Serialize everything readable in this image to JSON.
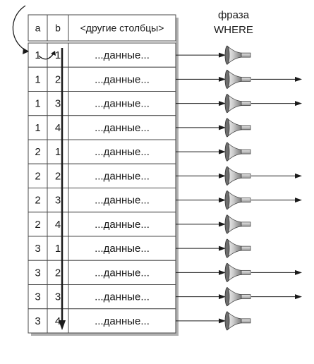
{
  "where_label": {
    "line1": "фраза",
    "line2": "WHERE"
  },
  "table": {
    "columns": [
      "a",
      "b",
      "<другие столбцы>"
    ],
    "rows": [
      {
        "a": "1",
        "b": "1",
        "data": "...данные...",
        "passes": false
      },
      {
        "a": "1",
        "b": "2",
        "data": "...данные...",
        "passes": true
      },
      {
        "a": "1",
        "b": "3",
        "data": "...данные...",
        "passes": true
      },
      {
        "a": "1",
        "b": "4",
        "data": "...данные...",
        "passes": false
      },
      {
        "a": "2",
        "b": "1",
        "data": "...данные...",
        "passes": false
      },
      {
        "a": "2",
        "b": "2",
        "data": "...данные...",
        "passes": true
      },
      {
        "a": "2",
        "b": "3",
        "data": "...данные...",
        "passes": true
      },
      {
        "a": "2",
        "b": "4",
        "data": "...данные...",
        "passes": false
      },
      {
        "a": "3",
        "b": "1",
        "data": "...данные...",
        "passes": false
      },
      {
        "a": "3",
        "b": "2",
        "data": "...данные...",
        "passes": true
      },
      {
        "a": "3",
        "b": "3",
        "data": "...данные...",
        "passes": true
      },
      {
        "a": "3",
        "b": "4",
        "data": "...данные...",
        "passes": false
      }
    ]
  },
  "colors": {
    "line": "#1a1a1a",
    "grid": "#4a4a4a",
    "shadow": "#b0b0b0",
    "funnel_light": "#f2f2f2",
    "funnel_dark": "#8a8a8a"
  }
}
